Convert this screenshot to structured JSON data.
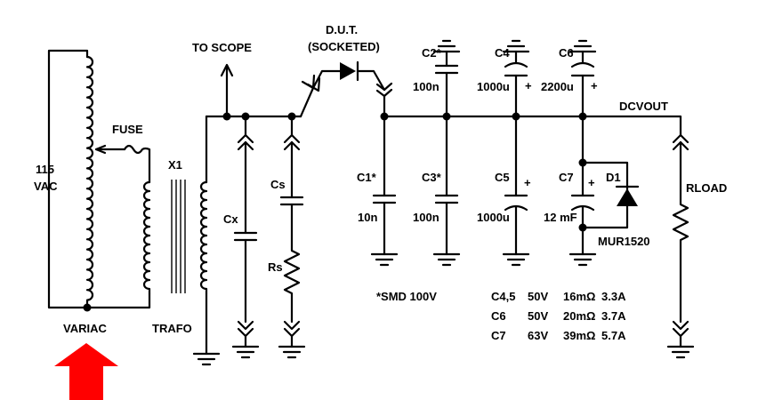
{
  "labels": {
    "vac_value": "115",
    "vac_unit": "VAC",
    "variac": "VARIAC",
    "fuse": "FUSE",
    "x1": "X1",
    "trafo": "TRAFO",
    "to_scope": "TO SCOPE",
    "dut_line1": "D.U.T.",
    "dut_line2": "(SOCKETED)",
    "cx": "Cx",
    "cs": "Cs",
    "rs": "Rs",
    "c2": "C2*",
    "c2_value": "100n",
    "c4": "C4",
    "c4_value": "1000u",
    "c6": "C6",
    "c6_value": "2200u",
    "dcvout": "DCVOUT",
    "c1": "C1*",
    "c1_value": "10n",
    "c3": "C3*",
    "c3_value": "100n",
    "c5": "C5",
    "c5_value": "1000u",
    "c7": "C7",
    "c7_value": "12 mF",
    "d1": "D1",
    "d1_part": "MUR1520",
    "rload": "RLOAD",
    "plus": "+",
    "smd_note": "*SMD 100V"
  },
  "spec_table": [
    {
      "name": "C4,5",
      "voltage": "50V",
      "esr": "16mΩ",
      "current": "3.3A"
    },
    {
      "name": "C6",
      "voltage": "50V",
      "esr": "20mΩ",
      "current": "3.7A"
    },
    {
      "name": "C7",
      "voltage": "63V",
      "esr": "39mΩ",
      "current": "5.7A"
    }
  ],
  "colors": {
    "arrow": "#ff0000",
    "ink": "#000000"
  }
}
